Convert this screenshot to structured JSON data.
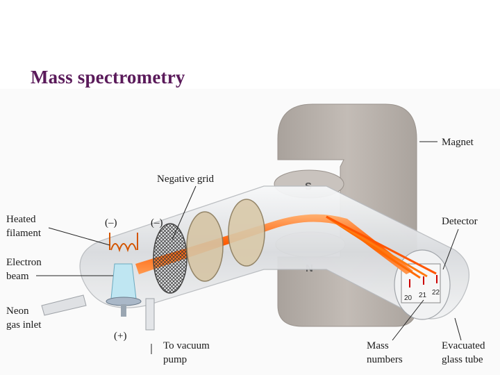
{
  "title": "Mass spectrometry",
  "labels": {
    "magnet": "Magnet",
    "negative_grid": "Negative grid",
    "heated_filament_1": "Heated",
    "heated_filament_2": "filament",
    "electron_beam_1": "Electron",
    "electron_beam_2": "beam",
    "neon_gas_1": "Neon",
    "neon_gas_2": "gas inlet",
    "minus_1": "(–)",
    "minus_2": "(–)",
    "plus": "(+)",
    "vacuum_1": "To vacuum",
    "vacuum_2": "pump",
    "detector": "Detector",
    "mass_numbers_1": "Mass",
    "mass_numbers_2": "numbers",
    "evacuated_1": "Evacuated",
    "evacuated_2": "glass tube"
  },
  "poles": {
    "south": "S",
    "north": "N"
  },
  "mass_numbers": [
    "20",
    "21",
    "22"
  ],
  "colors": {
    "title": "#5a1a5a",
    "magnet": "#b9b2ad",
    "beam": "#ff6a00",
    "tube": "#e9eaec"
  }
}
